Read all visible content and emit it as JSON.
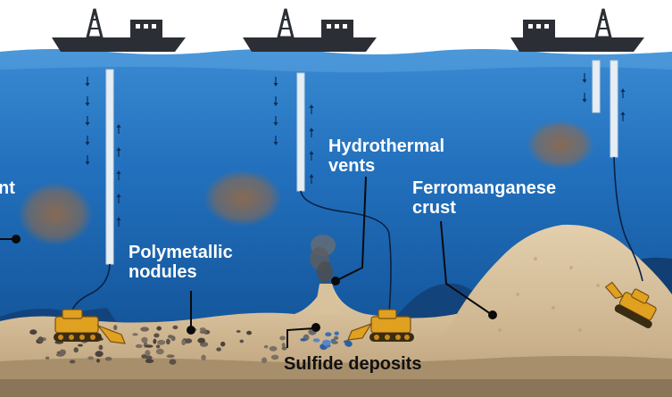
{
  "labels": {
    "partial_left": "nt",
    "polymetallic": [
      "Polymetallic",
      "nodules"
    ],
    "hydrothermal": [
      "Hydrothermal",
      "vents"
    ],
    "ferromanganese": [
      "Ferromanganese",
      "crust"
    ],
    "sulfide": "Sulfide deposits"
  },
  "colors": {
    "sky": "#ffffff",
    "sea_top": "#2f7fc8",
    "sea_mid": "#1f6db8",
    "sea_deep": "#0f4f94",
    "ship": "#2b2f35",
    "seabed": "#d9c4a1",
    "seabed_dark": "#9a8466",
    "plume": "#8a6a50",
    "vehicle": "#e0a020",
    "label_light": "#ffffff",
    "label_dark": "#111111"
  },
  "icons": [
    "drilling-ship-icon",
    "mining-vehicle-icon",
    "sediment-plume-icon",
    "riser-pipe-icon"
  ]
}
